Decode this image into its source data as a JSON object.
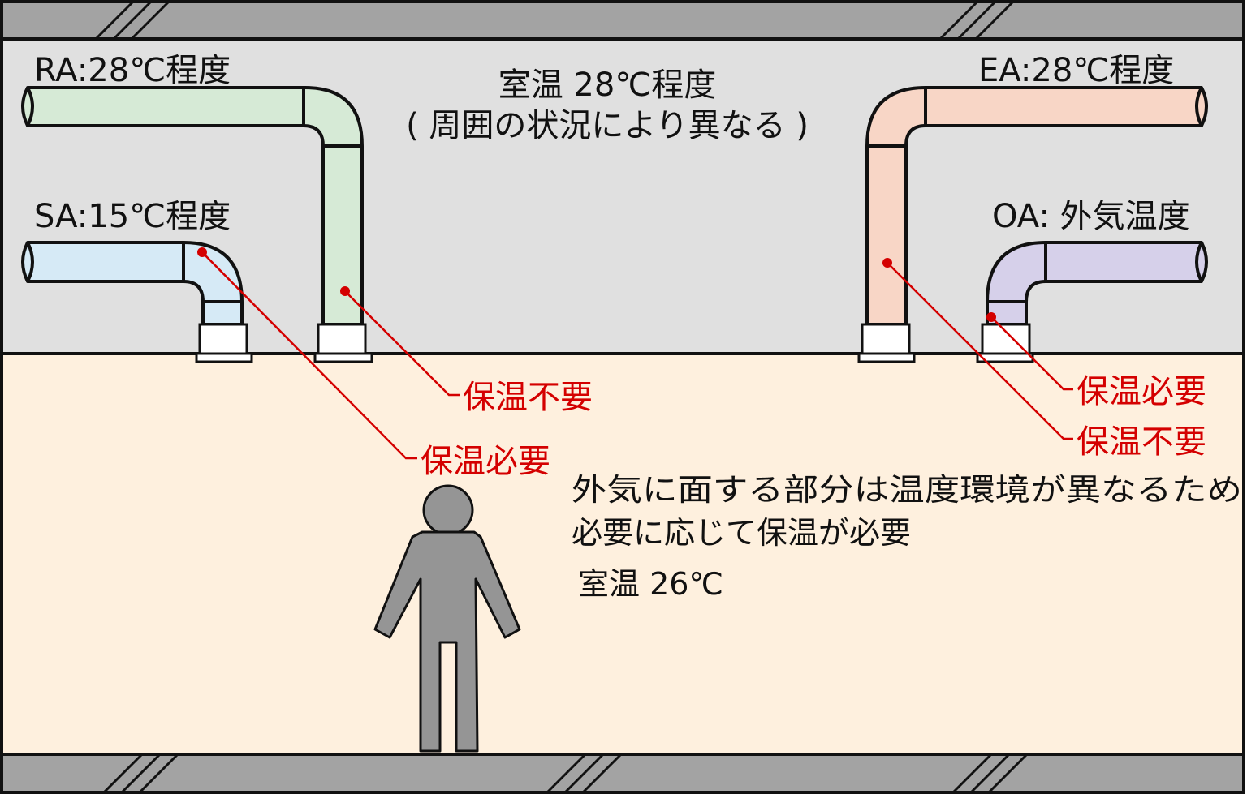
{
  "colors": {
    "slab": "#a3a3a3",
    "ceiling_space": "#e0e0e0",
    "room": "#fef0de",
    "ra_pipe": "#d6ead6",
    "sa_pipe": "#d6eaf6",
    "ea_pipe": "#f8d6c6",
    "oa_pipe": "#d6d0ea",
    "person": "#959595",
    "callout": "#d40000"
  },
  "ceiling": {
    "room_temp_line1": "室温 28℃程度",
    "room_temp_line2": "( 周囲の状況により異なる )"
  },
  "ducts": {
    "ra": {
      "label": "RA:28℃程度"
    },
    "sa": {
      "label": "SA:15℃程度"
    },
    "ea": {
      "label": "EA:28℃程度"
    },
    "oa": {
      "label": "OA: 外気温度"
    }
  },
  "callouts": {
    "ra": "保温不要",
    "sa": "保温必要",
    "ea": "保温不要",
    "oa": "保温必要"
  },
  "room": {
    "note_line1": "外気に面する部分は温度環境が異なるため",
    "note_line2": "必要に応じて保温が必要",
    "room_temp": "室温 26℃"
  }
}
